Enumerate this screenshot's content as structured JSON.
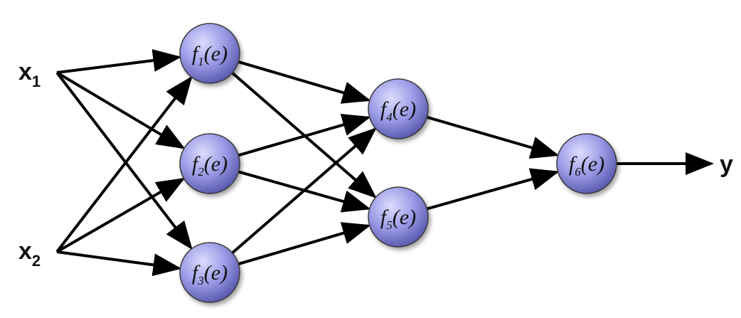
{
  "diagram": {
    "inputs": [
      {
        "id": "x1",
        "base": "x",
        "sub": "1"
      },
      {
        "id": "x2",
        "base": "x",
        "sub": "2"
      }
    ],
    "nodes": [
      {
        "id": "n1",
        "func": "f",
        "sub": "1",
        "arg": "(e)"
      },
      {
        "id": "n2",
        "func": "f",
        "sub": "2",
        "arg": "(e)"
      },
      {
        "id": "n3",
        "func": "f",
        "sub": "3",
        "arg": "(e)"
      },
      {
        "id": "n4",
        "func": "f",
        "sub": "4",
        "arg": "(e)"
      },
      {
        "id": "n5",
        "func": "f",
        "sub": "5",
        "arg": "(e)"
      },
      {
        "id": "n6",
        "func": "f",
        "sub": "6",
        "arg": "(e)"
      }
    ],
    "output": {
      "id": "y",
      "label": "y"
    },
    "edges": [
      [
        "x1",
        "n1"
      ],
      [
        "x1",
        "n2"
      ],
      [
        "x1",
        "n3"
      ],
      [
        "x2",
        "n1"
      ],
      [
        "x2",
        "n2"
      ],
      [
        "x2",
        "n3"
      ],
      [
        "n1",
        "n4"
      ],
      [
        "n1",
        "n5"
      ],
      [
        "n2",
        "n4"
      ],
      [
        "n2",
        "n5"
      ],
      [
        "n3",
        "n4"
      ],
      [
        "n3",
        "n5"
      ],
      [
        "n4",
        "n6"
      ],
      [
        "n5",
        "n6"
      ],
      [
        "n6",
        "y"
      ]
    ],
    "colors": {
      "node_fill_light": "#dcdcff",
      "node_fill_mid": "#9a9ae6",
      "node_fill_dark": "#5a5ab0",
      "node_stroke": "#3a3a3a",
      "edge": "#000000",
      "text": "#111111"
    }
  }
}
